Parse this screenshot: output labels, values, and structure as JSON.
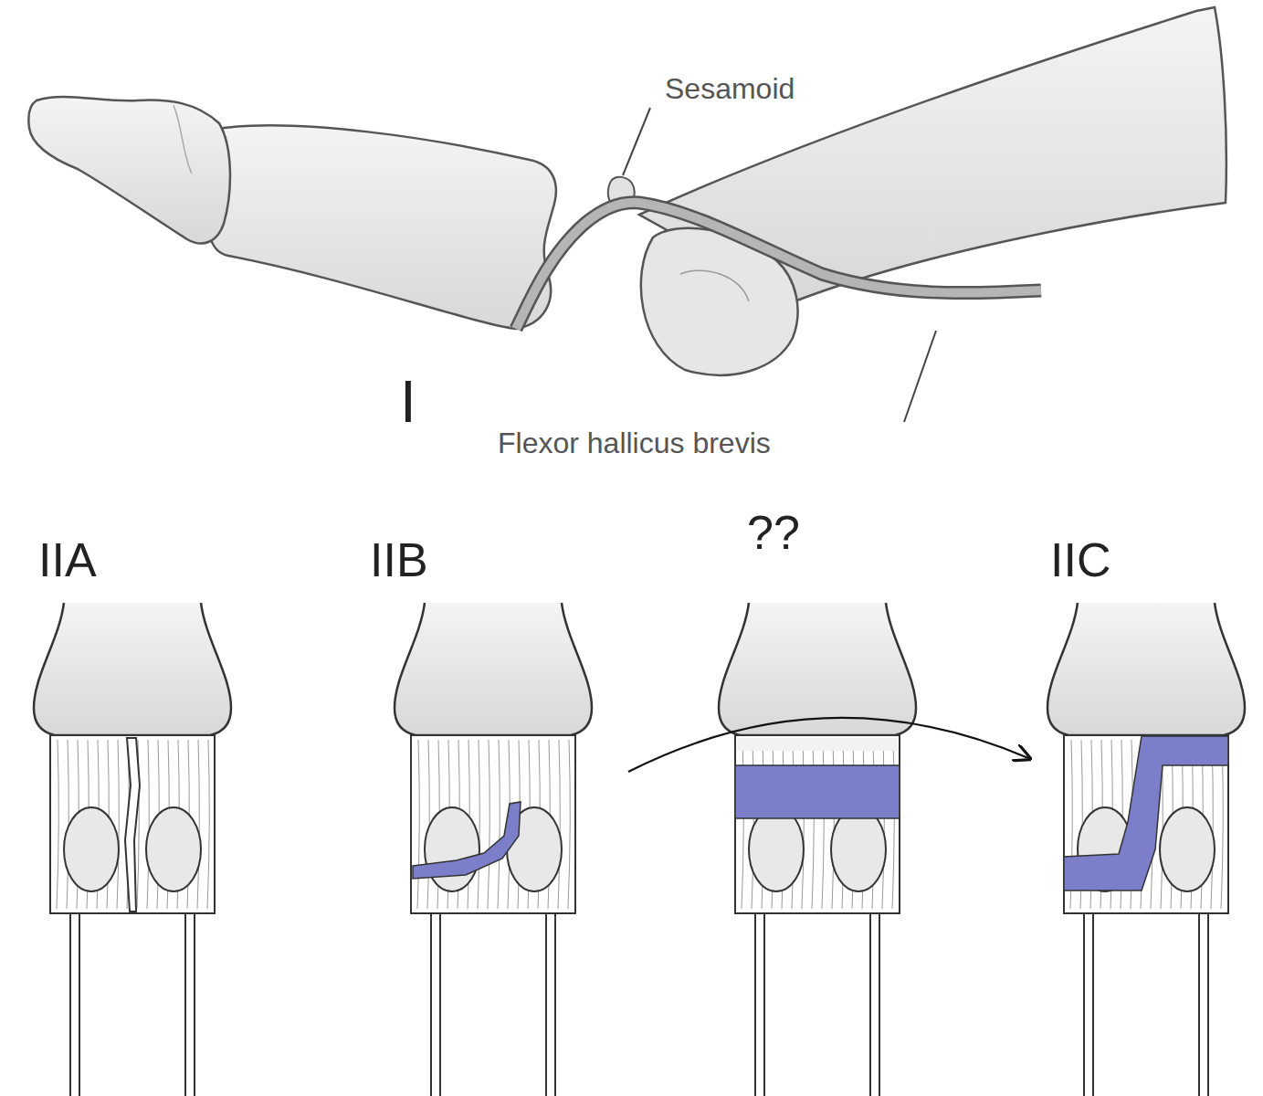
{
  "diagram": {
    "labels": [
      "Sesamoid",
      "I",
      "Flexor hallicus brevis",
      "IIA",
      "IIB",
      "??",
      "IIC"
    ]
  }
}
